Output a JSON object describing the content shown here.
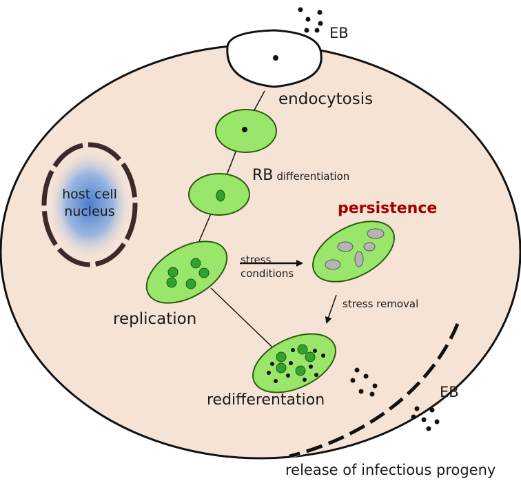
{
  "labels": {
    "eb_top": "EB",
    "endocytosis": "endocytosis",
    "rb_main": "RB",
    "rb_sub": "differentiation",
    "nucleus_line1": "host cell",
    "nucleus_line2": "nucleus",
    "persistence": "persistence",
    "stress_line1": "stress",
    "stress_line2": "conditions",
    "stress_removal": "stress removal",
    "replication": "replication",
    "redifferentation": "redifferentation",
    "eb_bottom": "EB",
    "release": "release of infectious progeny"
  },
  "colors": {
    "cytoplasm": "#f5e3d6",
    "membrane": "#111111",
    "bacterium_fill": "#99e66b",
    "bacterium_stroke": "#2a5a10",
    "inclusion_green": "#33a12f",
    "persistent_body": "#b5b5b5",
    "nucleus_center": "#4a7fd0",
    "nucleus_envelope": "#3a2a2a",
    "persistence_text": "#a50000"
  }
}
